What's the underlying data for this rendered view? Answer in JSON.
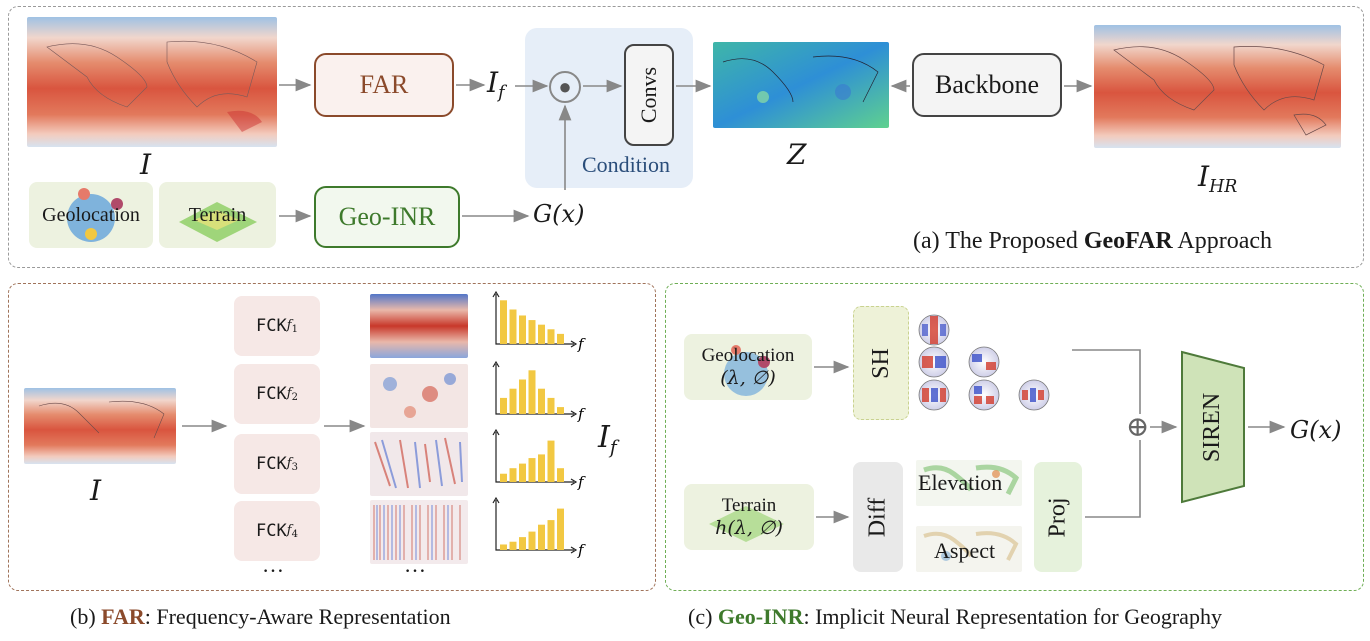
{
  "panel_a": {
    "input_label": "I",
    "far_label": "FAR",
    "if_label": "I",
    "if_sub": "f",
    "convs_label": "Convs",
    "condition_label": "Condition",
    "z_label": "Z",
    "backbone_label": "Backbone",
    "output_label": "I",
    "output_sub": "HR",
    "geolocation_label": "Geolocation",
    "terrain_label": "Terrain",
    "geo_inr_label": "Geo-INR",
    "gx_label": "G(x)",
    "caption_prefix": "(a) The Proposed ",
    "caption_bold": "GeoFAR",
    "caption_suffix": " Approach"
  },
  "panel_b": {
    "input_label": "I",
    "fck_base": "FCK",
    "fck_subs": [
      "f",
      "f",
      "f",
      "f"
    ],
    "fck_subsubs": [
      "1",
      "2",
      "3",
      "4"
    ],
    "if_label": "I",
    "if_sub": "f",
    "ellipsis_a": "…",
    "ellipsis_b": "…",
    "axis_label": "f"
  },
  "panel_c": {
    "geolocation_label": "Geolocation",
    "geolocation_coords": "(λ, ∅)",
    "sh_label": "SH",
    "terrain_label": "Terrain",
    "terrain_func": "h(λ, ∅)",
    "diff_label": "Diff",
    "elevation_label": "Elevation",
    "aspect_label": "Aspect",
    "proj_label": "Proj",
    "siren_label": "SIREN",
    "gx_label": "G(x)",
    "plus_symbol": "⊕"
  },
  "captions": {
    "b_prefix": "(b)  ",
    "b_bold": "FAR",
    "b_suffix": ": Frequency-Aware Representation",
    "c_prefix": "(c) ",
    "c_bold": "Geo-INR",
    "c_suffix": ": Implicit Neural Representation for Geography"
  },
  "colors": {
    "far_brown": "#8b4a2b",
    "geo_green": "#3e7a2c",
    "condition_blue": "#e6eef8",
    "pink_box": "#f6e8e6",
    "green_box": "#e6f2dc",
    "bar_yellow": "#f2c842",
    "siren_green": "#cfe3b8",
    "sh_yellow": "#eef2d8"
  },
  "bar_charts": [
    [
      0.95,
      0.75,
      0.62,
      0.52,
      0.42,
      0.32,
      0.22
    ],
    [
      0.35,
      0.55,
      0.75,
      0.95,
      0.55,
      0.35,
      0.15
    ],
    [
      0.18,
      0.3,
      0.4,
      0.52,
      0.6,
      0.9,
      0.3
    ],
    [
      0.12,
      0.18,
      0.28,
      0.4,
      0.55,
      0.65,
      0.9
    ]
  ]
}
